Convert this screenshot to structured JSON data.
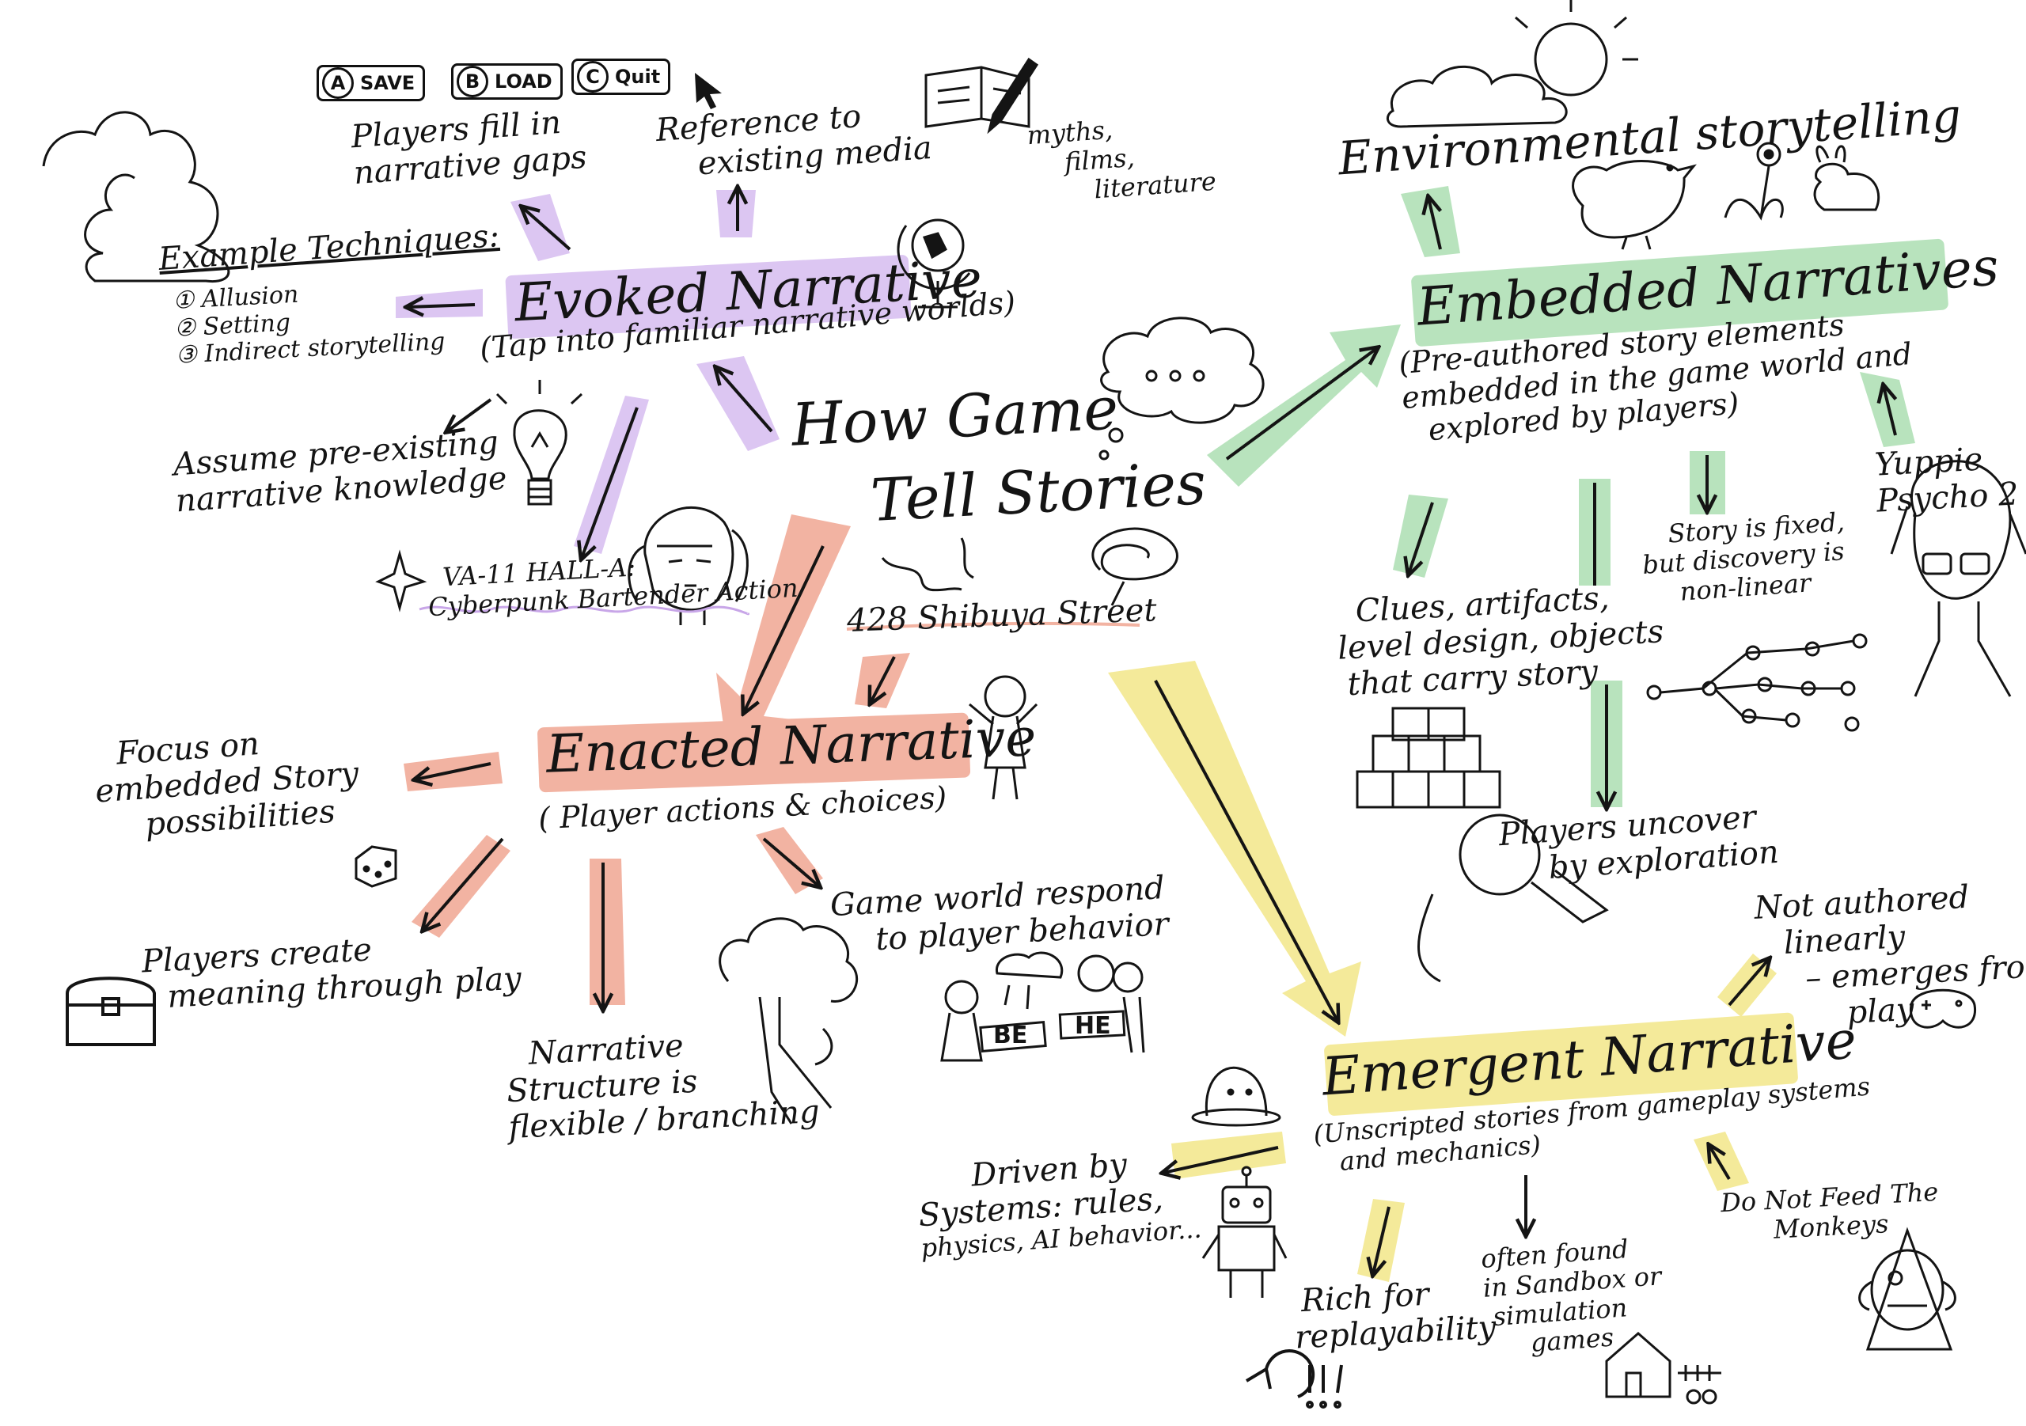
{
  "colors": {
    "evoked": "#dcc6f2",
    "enacted": "#f2b3a2",
    "embedded": "#b8e3bd",
    "emergent": "#f4ea9a",
    "ink": "#141414"
  },
  "menu": {
    "buttons": [
      {
        "key": "A",
        "label": "SAVE"
      },
      {
        "key": "B",
        "label": "LOAD"
      },
      {
        "key": "C",
        "label": "Quit"
      }
    ],
    "cursor_icon": "cursor-arrow-icon"
  },
  "title": {
    "line1": "How Game",
    "line2": "Tell Stories"
  },
  "evoked": {
    "heading": "Evoked Narrative",
    "subtitle": "(Tap into familiar narrative worlds)",
    "gaps": [
      "Players fill in",
      "narrative gaps"
    ],
    "media": [
      "Reference to",
      "existing media"
    ],
    "media_examples": [
      "myths,",
      "films,",
      "literature"
    ],
    "techniques_title": "Example Techniques:",
    "techniques": [
      "① Allusion",
      "② Setting",
      "③ Indirect storytelling"
    ],
    "assume": [
      "Assume pre-existing",
      "narrative knowledge"
    ],
    "example_game": [
      "VA-11 HALL-A:",
      "Cyberpunk Bartender Action"
    ]
  },
  "enacted": {
    "heading": "Enacted Narrative",
    "subtitle": "( Player actions & choices)",
    "example_game": "428 Shibuya Street",
    "focus": [
      "Focus on",
      "embedded Story",
      "possibilities"
    ],
    "create": [
      "Players create",
      "meaning through play"
    ],
    "structure": [
      "Narrative",
      "Structure is",
      "flexible / branching"
    ],
    "respond": [
      "Game world respond",
      "to player behavior"
    ],
    "ending_labels": [
      "BE",
      "HE"
    ]
  },
  "embedded": {
    "heading": "Embedded Narratives",
    "subtitle": [
      "(Pre-authored story elements",
      "embedded in the game world and",
      "explored by players)"
    ],
    "environmental": "Environmental storytelling",
    "clues": [
      "Clues, artifacts,",
      "level design, objects",
      "that carry story"
    ],
    "fixed": [
      "Story is fixed,",
      "but discovery is",
      "non-linear"
    ],
    "example_game": [
      "Yuppie",
      "Psycho 2"
    ],
    "uncover": [
      "Players uncover",
      "by exploration"
    ]
  },
  "emergent": {
    "heading": "Emergent Narrative",
    "subtitle": [
      "(Unscripted stories from gameplay systems",
      "and mechanics)"
    ],
    "not_authored": [
      "Not authored",
      "linearly",
      "– emerges from",
      "play"
    ],
    "driven": [
      "Driven by",
      "Systems: rules,",
      "physics, AI behavior..."
    ],
    "replay": [
      "Rich for",
      "replayability"
    ],
    "sandbox": [
      "often found",
      "in Sandbox or",
      "simulation",
      "games"
    ],
    "example_game": [
      "Do Not Feed The",
      "Monkeys"
    ]
  }
}
